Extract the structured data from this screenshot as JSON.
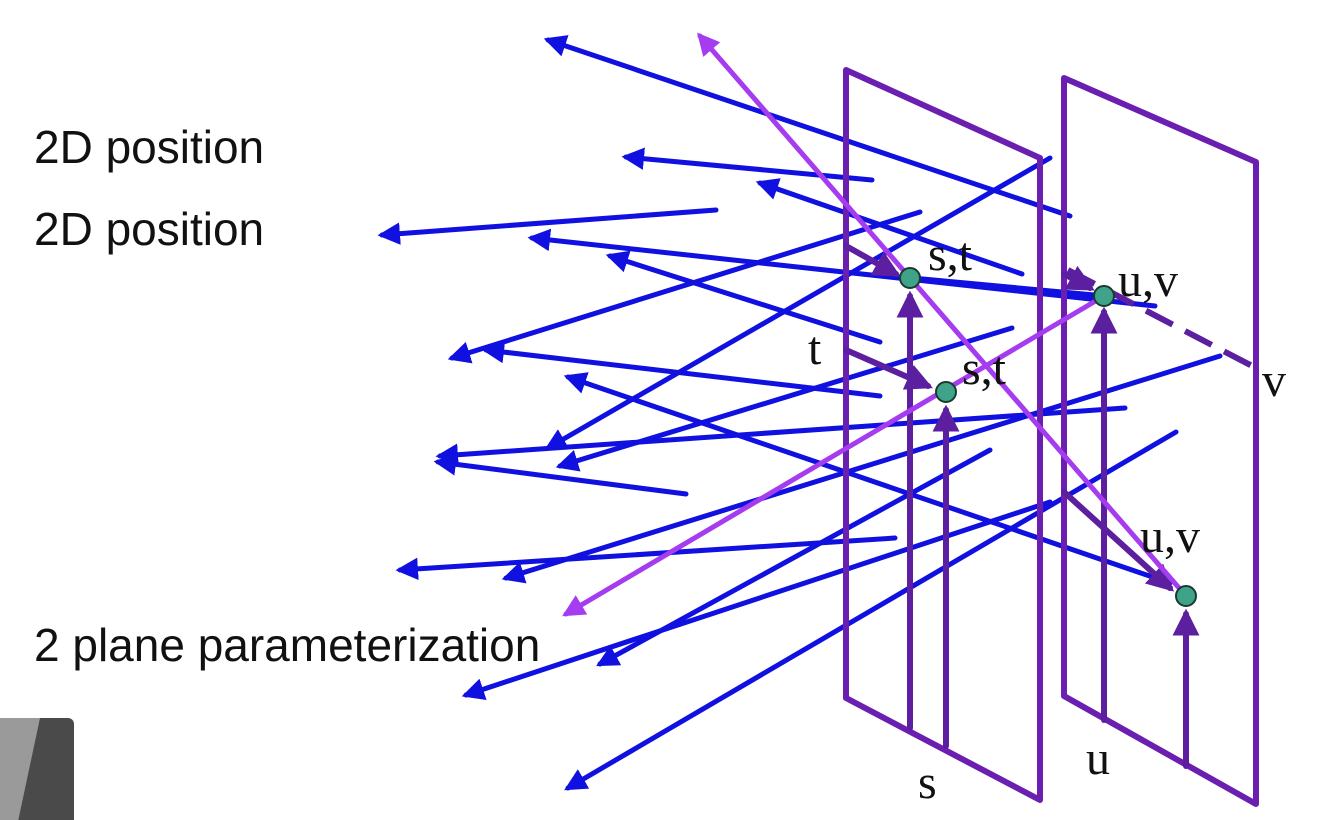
{
  "captions": {
    "line1": "2D position",
    "line2": "2D position",
    "line3": "2 plane parameterization"
  },
  "plane_labels": {
    "st_plane": {
      "point_upper": "s,t",
      "point_lower": "s,t",
      "axis_horizontal": "s",
      "axis_vertical": "t"
    },
    "uv_plane": {
      "point_upper": "u,v",
      "point_lower": "u,v",
      "axis_horizontal": "u",
      "axis_vertical": "v"
    }
  },
  "colors": {
    "ray": "#1010e0",
    "highlight_ray": "#a53cf0",
    "plane": "#6a1fb0",
    "intersection": "#3fa38a",
    "axis_arrow": "#5b1fa0"
  }
}
